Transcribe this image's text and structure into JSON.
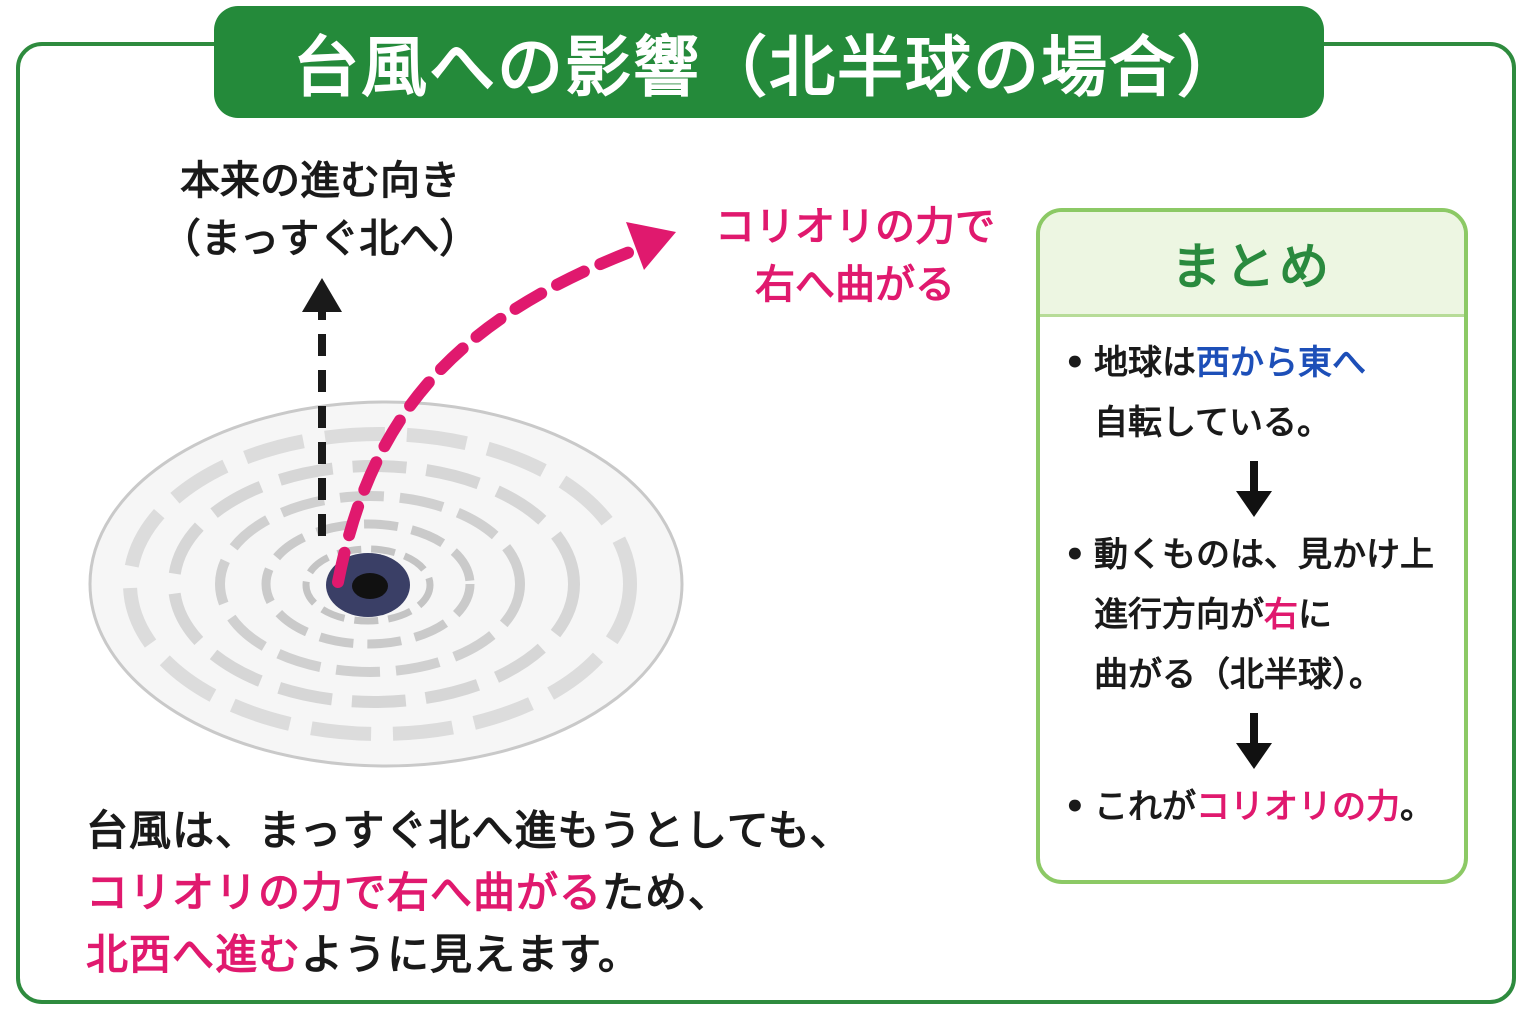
{
  "title": "台風への影響（北半球の場合）",
  "original_direction_label": {
    "line1": "本来の進む向き",
    "line2": "（まっすぐ北へ）"
  },
  "coriolis_label": {
    "line1": "コリオリの力で",
    "line2": "右へ曲がる"
  },
  "explanation": {
    "line1": "台風は、まっすぐ北へ進もうとしても、",
    "line2_highlight": "コリオリの力で右へ曲がる",
    "line2_rest": "ため、",
    "line3_highlight": "北西へ進む",
    "line3_rest": "ように見えます。"
  },
  "summary": {
    "title": "まとめ",
    "bullet": "•",
    "item1": {
      "prefix": "地球は",
      "highlight": "西から東へ",
      "line2": "自転している。"
    },
    "item2": {
      "line1": "動くものは、見かけ上",
      "line2_prefix": "進行方向が",
      "line2_highlight": "右",
      "line2_suffix": "に",
      "line3": "曲がる（北半球）。"
    },
    "item3": {
      "prefix": "これが",
      "highlight": "コリオリの力",
      "suffix": "。"
    }
  },
  "colors": {
    "frame_green": "#2e8b3e",
    "title_green": "#248a3a",
    "summary_border": "#8cc965",
    "highlight_pink": "#e0196e",
    "highlight_blue": "#1d4fb8",
    "typhoon_eye": "#3a3f66"
  }
}
